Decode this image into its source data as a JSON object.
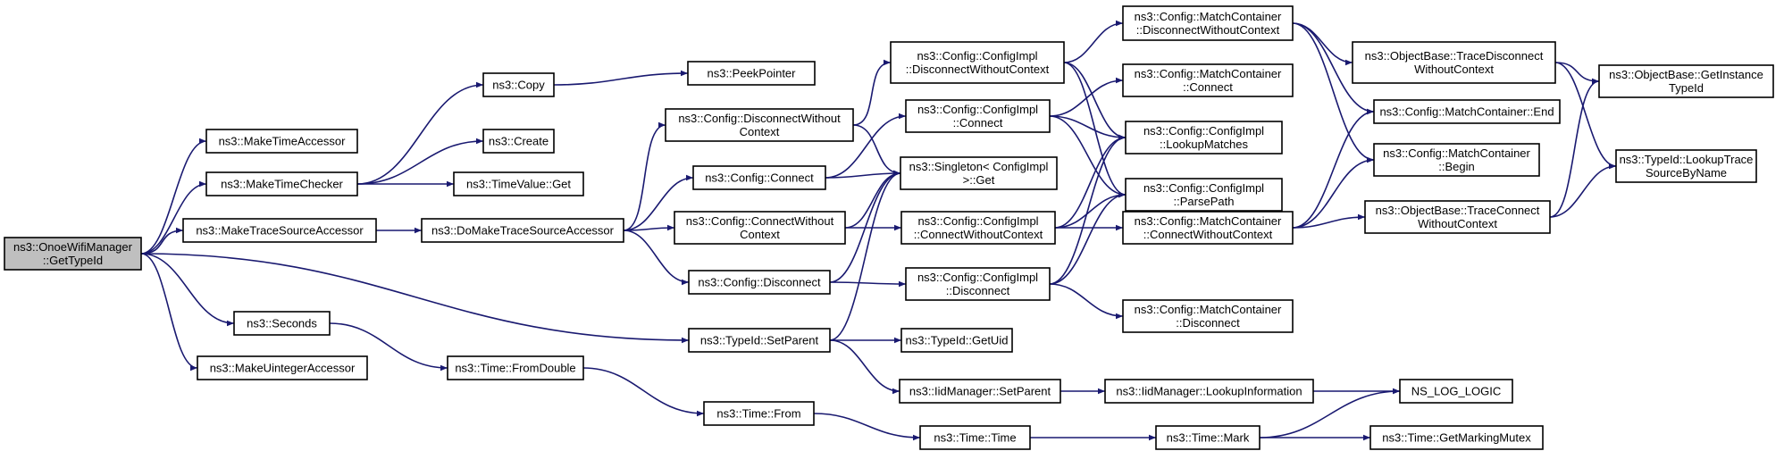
{
  "colors": {
    "node_fill": "#ffffff",
    "root_fill": "#bfbfbf",
    "edge": "#191970",
    "border": "#000000"
  },
  "nodes": [
    {
      "id": "root",
      "lines": [
        "ns3::OnoeWifiManager",
        "::GetTypeId"
      ],
      "root": true
    },
    {
      "id": "n1",
      "lines": [
        "ns3::MakeTimeAccessor"
      ]
    },
    {
      "id": "n2",
      "lines": [
        "ns3::MakeTimeChecker"
      ]
    },
    {
      "id": "n3",
      "lines": [
        "ns3::MakeTraceSourceAccessor"
      ]
    },
    {
      "id": "n4",
      "lines": [
        "ns3::Seconds"
      ]
    },
    {
      "id": "n5",
      "lines": [
        "ns3::MakeUintegerAccessor"
      ]
    },
    {
      "id": "n6",
      "lines": [
        "ns3::Copy"
      ]
    },
    {
      "id": "n7",
      "lines": [
        "ns3::Create"
      ]
    },
    {
      "id": "n8",
      "lines": [
        "ns3::TimeValue::Get"
      ]
    },
    {
      "id": "n9",
      "lines": [
        "ns3::DoMakeTraceSourceAccessor"
      ]
    },
    {
      "id": "n10",
      "lines": [
        "ns3::Time::FromDouble"
      ]
    },
    {
      "id": "n11",
      "lines": [
        "ns3::PeekPointer"
      ]
    },
    {
      "id": "n12",
      "lines": [
        "ns3::Config::DisconnectWithout",
        "Context"
      ]
    },
    {
      "id": "n13",
      "lines": [
        "ns3::Config::Connect"
      ]
    },
    {
      "id": "n14",
      "lines": [
        "ns3::Config::ConnectWithout",
        "Context"
      ]
    },
    {
      "id": "n15",
      "lines": [
        "ns3::Config::Disconnect"
      ]
    },
    {
      "id": "n16",
      "lines": [
        "ns3::TypeId::SetParent"
      ]
    },
    {
      "id": "n17",
      "lines": [
        "ns3::Time::From"
      ]
    },
    {
      "id": "n18",
      "lines": [
        "ns3::Config::ConfigImpl",
        "::DisconnectWithoutContext"
      ]
    },
    {
      "id": "n19",
      "lines": [
        "ns3::Config::ConfigImpl",
        "::Connect"
      ]
    },
    {
      "id": "n20",
      "lines": [
        "ns3::Singleton< ConfigImpl",
        " >::Get"
      ]
    },
    {
      "id": "n21",
      "lines": [
        "ns3::Config::ConfigImpl",
        "::ConnectWithoutContext"
      ]
    },
    {
      "id": "n22",
      "lines": [
        "ns3::Config::ConfigImpl",
        "::Disconnect"
      ]
    },
    {
      "id": "n23",
      "lines": [
        "ns3::TypeId::GetUid"
      ]
    },
    {
      "id": "n24",
      "lines": [
        "ns3::IidManager::SetParent"
      ]
    },
    {
      "id": "n25",
      "lines": [
        "ns3::Time::Time"
      ]
    },
    {
      "id": "n26",
      "lines": [
        "ns3::Config::MatchContainer",
        "::DisconnectWithoutContext"
      ]
    },
    {
      "id": "n27",
      "lines": [
        "ns3::Config::MatchContainer",
        "::Connect"
      ]
    },
    {
      "id": "n28",
      "lines": [
        "ns3::Config::ConfigImpl",
        "::LookupMatches"
      ]
    },
    {
      "id": "n29",
      "lines": [
        "ns3::Config::ConfigImpl",
        "::ParsePath"
      ]
    },
    {
      "id": "n30",
      "lines": [
        "ns3::Config::MatchContainer",
        "::ConnectWithoutContext"
      ]
    },
    {
      "id": "n31",
      "lines": [
        "ns3::Config::MatchContainer",
        "::Disconnect"
      ]
    },
    {
      "id": "n32",
      "lines": [
        "ns3::IidManager::LookupInformation"
      ]
    },
    {
      "id": "n33",
      "lines": [
        "ns3::Time::Mark"
      ]
    },
    {
      "id": "n34",
      "lines": [
        "ns3::ObjectBase::TraceDisconnect",
        "WithoutContext"
      ]
    },
    {
      "id": "n35",
      "lines": [
        "ns3::Config::MatchContainer::End"
      ]
    },
    {
      "id": "n36",
      "lines": [
        "ns3::Config::MatchContainer",
        "::Begin"
      ]
    },
    {
      "id": "n37",
      "lines": [
        "ns3::ObjectBase::TraceConnect",
        "WithoutContext"
      ]
    },
    {
      "id": "n38",
      "lines": [
        "NS_LOG_LOGIC"
      ]
    },
    {
      "id": "n39",
      "lines": [
        "ns3::Time::GetMarkingMutex"
      ]
    },
    {
      "id": "n40",
      "lines": [
        "ns3::ObjectBase::GetInstance",
        "TypeId"
      ]
    },
    {
      "id": "n41",
      "lines": [
        "ns3::TypeId::LookupTrace",
        "SourceByName"
      ]
    }
  ],
  "edges": [
    [
      "root",
      "n1"
    ],
    [
      "root",
      "n2"
    ],
    [
      "root",
      "n3"
    ],
    [
      "root",
      "n4"
    ],
    [
      "root",
      "n5"
    ],
    [
      "root",
      "n16"
    ],
    [
      "n2",
      "n6"
    ],
    [
      "n2",
      "n7"
    ],
    [
      "n2",
      "n8"
    ],
    [
      "n6",
      "n11"
    ],
    [
      "n3",
      "n9"
    ],
    [
      "n9",
      "n12"
    ],
    [
      "n9",
      "n13"
    ],
    [
      "n9",
      "n14"
    ],
    [
      "n9",
      "n15"
    ],
    [
      "n4",
      "n10"
    ],
    [
      "n10",
      "n17"
    ],
    [
      "n17",
      "n25"
    ],
    [
      "n25",
      "n33"
    ],
    [
      "n33",
      "n38"
    ],
    [
      "n33",
      "n39"
    ],
    [
      "n12",
      "n18"
    ],
    [
      "n12",
      "n20"
    ],
    [
      "n13",
      "n19"
    ],
    [
      "n13",
      "n20"
    ],
    [
      "n14",
      "n21"
    ],
    [
      "n14",
      "n20"
    ],
    [
      "n15",
      "n22"
    ],
    [
      "n15",
      "n20"
    ],
    [
      "n16",
      "n20"
    ],
    [
      "n16",
      "n23"
    ],
    [
      "n16",
      "n24"
    ],
    [
      "n24",
      "n32"
    ],
    [
      "n32",
      "n38"
    ],
    [
      "n18",
      "n26"
    ],
    [
      "n18",
      "n28"
    ],
    [
      "n18",
      "n29"
    ],
    [
      "n19",
      "n27"
    ],
    [
      "n19",
      "n28"
    ],
    [
      "n19",
      "n29"
    ],
    [
      "n21",
      "n30"
    ],
    [
      "n21",
      "n28"
    ],
    [
      "n21",
      "n29"
    ],
    [
      "n22",
      "n31"
    ],
    [
      "n22",
      "n28"
    ],
    [
      "n22",
      "n29"
    ],
    [
      "n26",
      "n34"
    ],
    [
      "n26",
      "n35"
    ],
    [
      "n26",
      "n36"
    ],
    [
      "n30",
      "n37"
    ],
    [
      "n30",
      "n35"
    ],
    [
      "n30",
      "n36"
    ],
    [
      "n34",
      "n40"
    ],
    [
      "n34",
      "n41"
    ],
    [
      "n37",
      "n40"
    ],
    [
      "n37",
      "n41"
    ]
  ]
}
